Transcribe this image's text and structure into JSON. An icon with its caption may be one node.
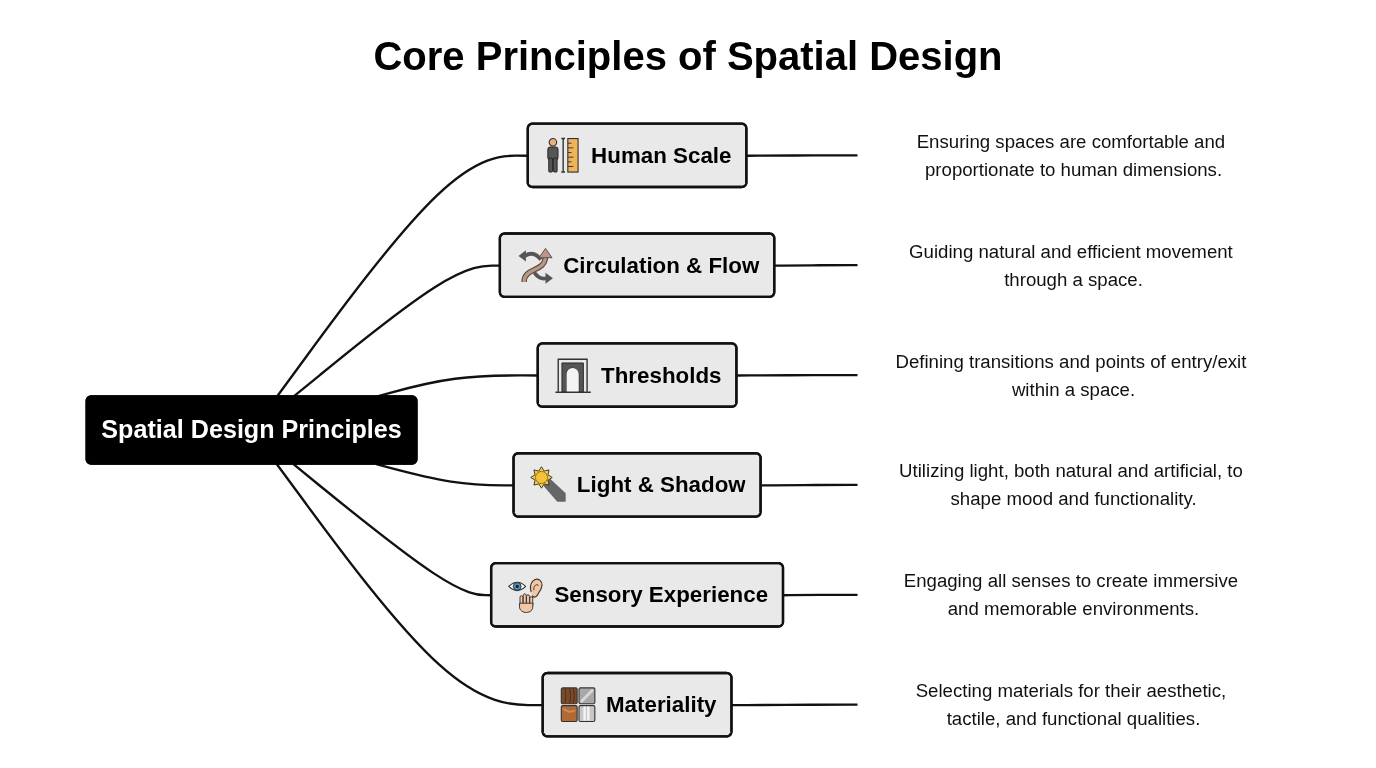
{
  "diagram": {
    "title": "Core Principles of Spatial Design",
    "nodes": [
      {
        "text": [
          "Spatial Design Principles"
        ]
      },
      {
        "text": [
          "Human Scale"
        ]
      },
      {
        "text": [
          "Ensuring spaces are comfortable and proportionate to human dimensions."
        ]
      },
      {
        "text": [
          "Circulation & Flow"
        ]
      },
      {
        "text": [
          "Guiding natural and efficient movement through a space."
        ]
      },
      {
        "text": [
          "Thresholds"
        ]
      },
      {
        "text": [
          "Defining transitions and points of entry/exit within a space."
        ]
      },
      {
        "text": [
          "Light & Shadow"
        ]
      },
      {
        "text": [
          "Utilizing light, both natural and artificial, to shape mood and functionality."
        ]
      },
      {
        "text": [
          "Sensory Experience"
        ]
      },
      {
        "text": [
          "Engaging all senses to create immersive and memorable environments."
        ]
      },
      {
        "text": [
          "Materiality"
        ]
      },
      {
        "text": [
          "Selecting materials for their aesthetic, tactile, and functional qualities."
        ]
      }
    ],
    "edges": [
      {
        "from": 0,
        "to": 1,
        "arrow": "none"
      },
      {
        "from": 1,
        "to": 2,
        "arrow": "none"
      },
      {
        "from": 0,
        "to": 3,
        "arrow": "none"
      },
      {
        "from": 3,
        "to": 4,
        "arrow": "none"
      },
      {
        "from": 0,
        "to": 5,
        "arrow": "none"
      },
      {
        "from": 5,
        "to": 6,
        "arrow": "none"
      },
      {
        "from": 0,
        "to": 7,
        "arrow": "none"
      },
      {
        "from": 7,
        "to": 8,
        "arrow": "none"
      },
      {
        "from": 0,
        "to": 9,
        "arrow": "none"
      },
      {
        "from": 9,
        "to": 10,
        "arrow": "none"
      },
      {
        "from": 0,
        "to": 11,
        "arrow": "none"
      },
      {
        "from": 11,
        "to": 12,
        "arrow": "none"
      }
    ]
  }
}
